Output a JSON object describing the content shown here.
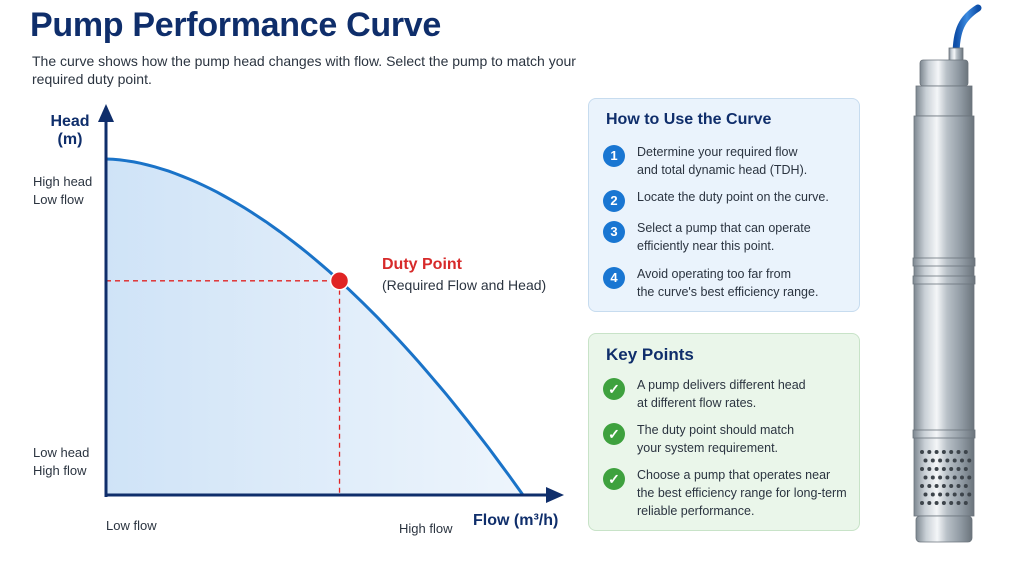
{
  "header": {
    "title": "Pump Performance Curve",
    "subtitle": "The curve shows how the pump head changes with flow. Select the pump to match your required duty point."
  },
  "chart_data": {
    "type": "line",
    "ylabel_line1": "Head",
    "ylabel_line2": "(m)",
    "xlabel": "Flow (m³/h)",
    "y_high_line1": "High head",
    "y_high_line2": "Low flow",
    "y_low_line1": "Low head",
    "y_low_line2": "High flow",
    "x_low": "Low flow",
    "x_high": "High flow",
    "duty_point": {
      "title": "Duty Point",
      "subtitle": "(Required Flow and Head)",
      "flow_fraction": 0.56,
      "head_fraction": 0.53
    },
    "curve_color": "#1a73c8",
    "fill_color": "#d6e8f8",
    "duty_color": "#e02424"
  },
  "how_to": {
    "title": "How to Use the Curve",
    "steps": [
      {
        "num": "1",
        "line1": "Determine your required flow",
        "line2": "and total dynamic head (TDH)."
      },
      {
        "num": "2",
        "line1": "Locate the duty point on the curve.",
        "line2": ""
      },
      {
        "num": "3",
        "line1": "Select a pump that can operate",
        "line2": "efficiently near this point."
      },
      {
        "num": "4",
        "line1": "Avoid operating too far from",
        "line2": "the curve's best efficiency range."
      }
    ]
  },
  "key_points": {
    "title": "Key Points",
    "items": [
      {
        "line1": "A pump delivers different head",
        "line2": "at different flow rates.",
        "line3": ""
      },
      {
        "line1": "The duty point should match",
        "line2": "your system requirement.",
        "line3": ""
      },
      {
        "line1": "Choose a pump that operates near",
        "line2": "the best efficiency range for long-term",
        "line3": "reliable performance."
      }
    ]
  },
  "colors": {
    "accent_blue": "#1976d2",
    "accent_green": "#3ea13e",
    "title_navy": "#0f2e6b"
  }
}
